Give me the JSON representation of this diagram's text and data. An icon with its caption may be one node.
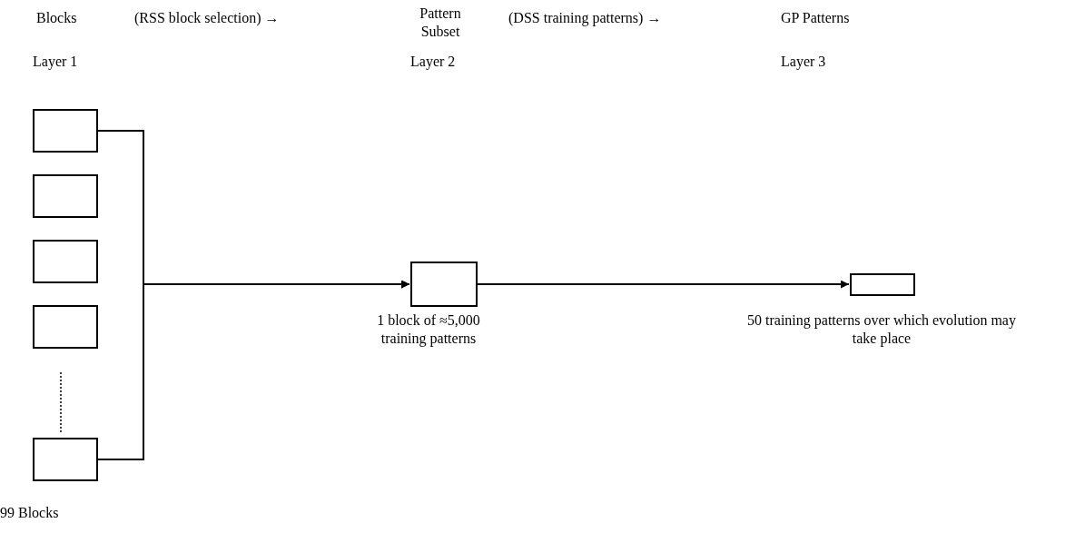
{
  "diagram": {
    "nodes": [
      {
        "text": [],
        "shape": "box"
      },
      {
        "text": [],
        "shape": "box"
      },
      {
        "text": [],
        "shape": "box"
      },
      {
        "text": [],
        "shape": "box"
      },
      {
        "text": [],
        "shape": "box"
      },
      {
        "text": [],
        "shape": "box",
        "beside": [
          "1 block of ≈5,000 training patterns"
        ]
      },
      {
        "text": [],
        "shape": "box",
        "beside": [
          "50 training patterns over which evolution may take place"
        ]
      }
    ],
    "edges": [
      {
        "from": 0,
        "to": 5,
        "arrow": "to"
      },
      {
        "from": 4,
        "to": 5,
        "arrow": "to"
      },
      {
        "from": 5,
        "to": 6,
        "arrow": "to"
      }
    ],
    "labels": [
      "Blocks",
      "(RSS block selection) →",
      "Pattern Subset",
      "(DSS training patterns) →",
      "GP Patterns",
      "Layer 1",
      "Layer 2",
      "Layer 3",
      "99 Blocks"
    ]
  }
}
